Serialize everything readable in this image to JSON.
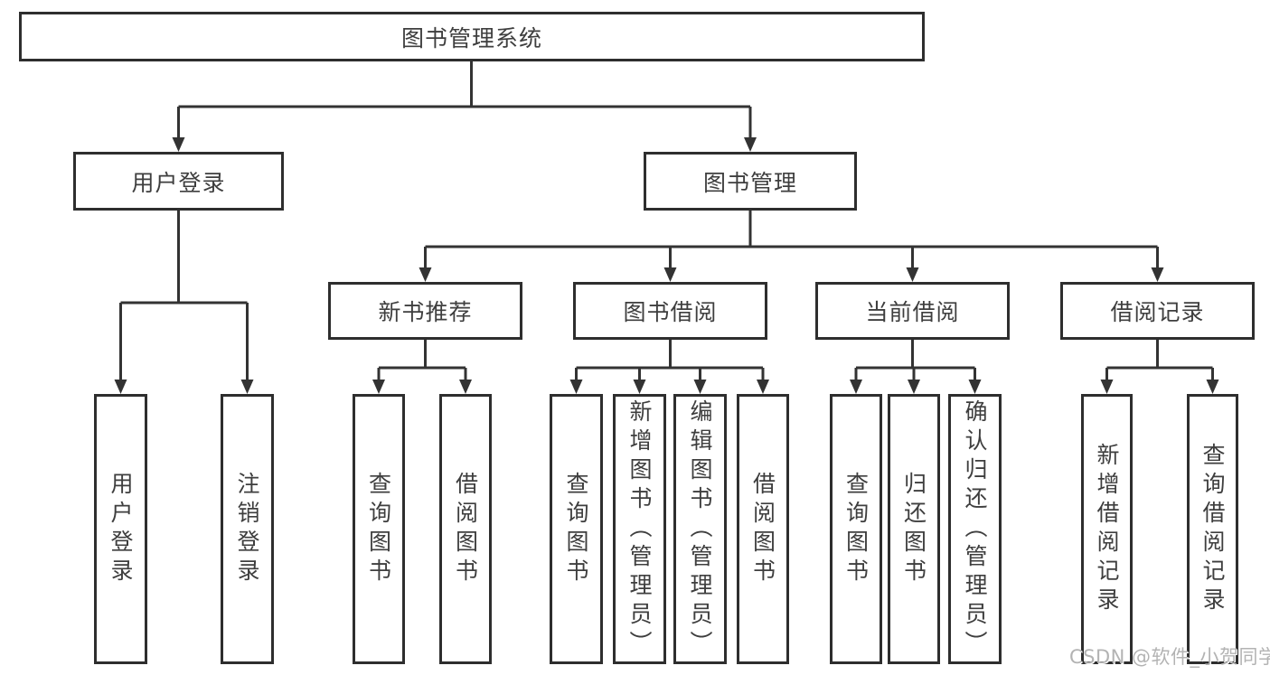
{
  "diagram": {
    "root": {
      "label": "图书管理系统"
    },
    "branches": [
      {
        "label": "用户登录",
        "leaves": [
          {
            "label": "用户登录"
          },
          {
            "label": "注销登录"
          }
        ]
      },
      {
        "label": "图书管理",
        "groups": [
          {
            "label": "新书推荐",
            "leaves": [
              {
                "label": "查询图书"
              },
              {
                "label": "借阅图书"
              }
            ]
          },
          {
            "label": "图书借阅",
            "leaves": [
              {
                "label": "查询图书"
              },
              {
                "label": "新增图书（管理员）"
              },
              {
                "label": "编辑图书（管理员）"
              },
              {
                "label": "借阅图书"
              }
            ]
          },
          {
            "label": "当前借阅",
            "leaves": [
              {
                "label": "查询图书"
              },
              {
                "label": "归还图书"
              },
              {
                "label": "确认归还（管理员）"
              }
            ]
          },
          {
            "label": "借阅记录",
            "leaves": [
              {
                "label": "新增借阅记录"
              },
              {
                "label": "查询借阅记录"
              }
            ]
          }
        ]
      }
    ]
  },
  "watermark": {
    "text": "CSDN @软件_小贺同学"
  },
  "colors": {
    "line": "#333333",
    "box_border": "#2e2e2e",
    "text": "#3e3e3e",
    "watermark": "#b3b3b3",
    "background": "#ffffff"
  }
}
